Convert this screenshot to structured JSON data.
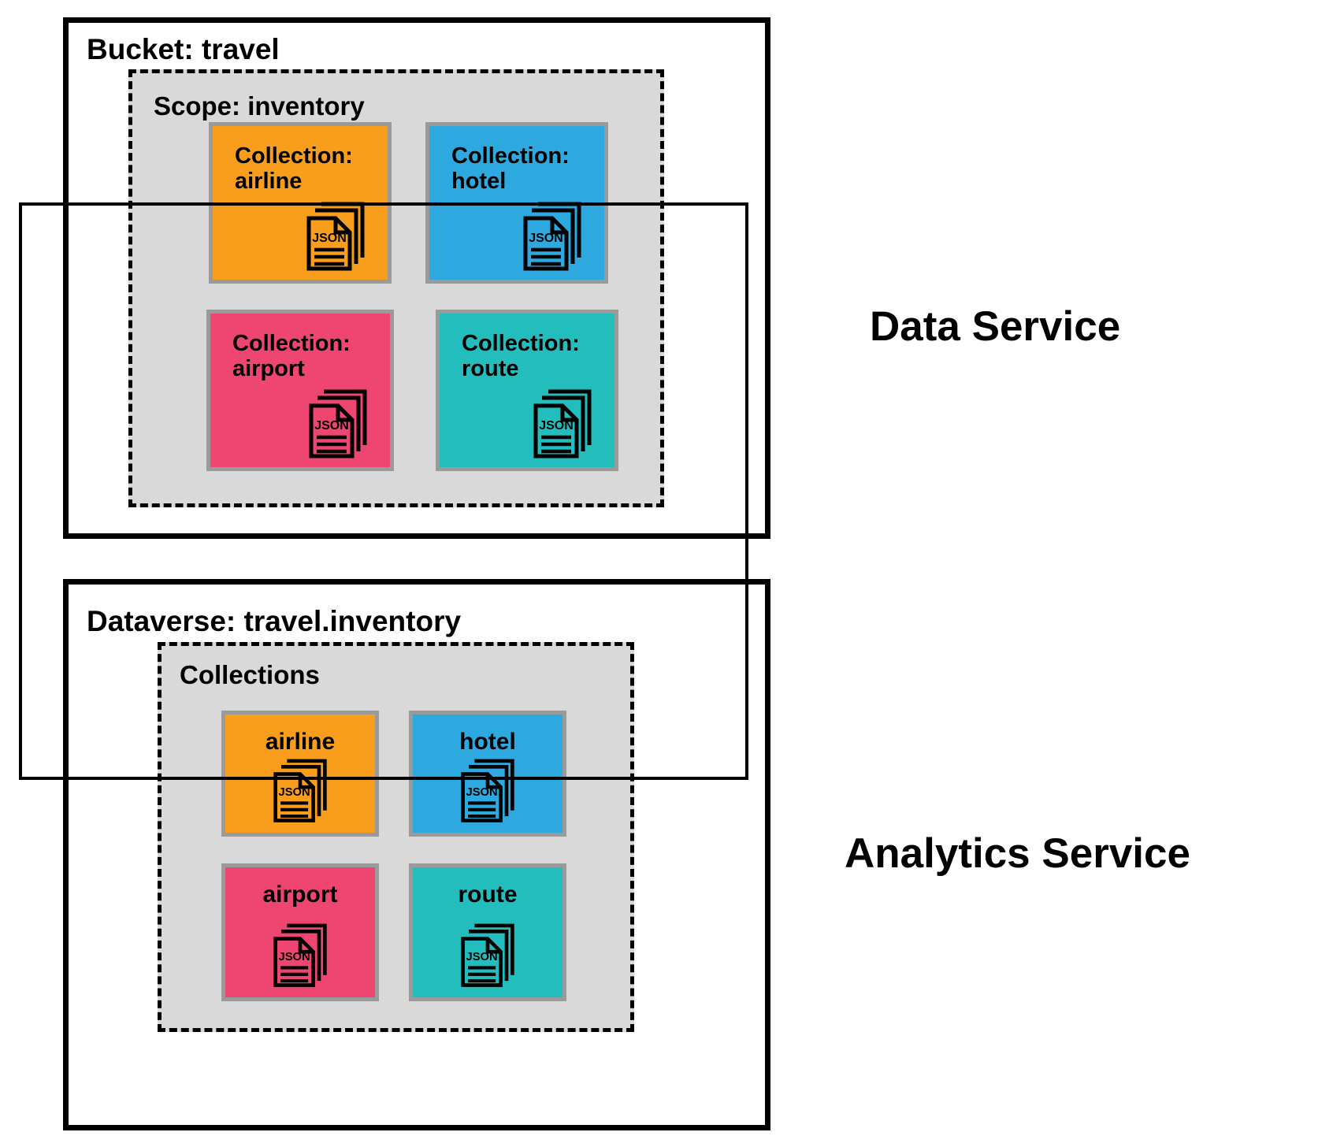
{
  "diagram": {
    "title": "Couchbase Data Service and Analytics Service structure",
    "colors": {
      "airline": "#F99D1C",
      "hotel": "#2EA9DF",
      "airport": "#EE4571",
      "route": "#23BDBD",
      "container_fill": "#D9D9D9",
      "border": "#000000",
      "card_border": "#9A9A9A"
    }
  },
  "data_service": {
    "service_label": "Data Service",
    "bucket_title": "Bucket: travel",
    "scope_title": "Scope: inventory",
    "collections": [
      {
        "prefix": "Collection:",
        "name": "airline",
        "color": "#F99D1C",
        "icon": "json-documents-icon",
        "icon_label": "JSON"
      },
      {
        "prefix": "Collection:",
        "name": "hotel",
        "color": "#2EA9DF",
        "icon": "json-documents-icon",
        "icon_label": "JSON"
      },
      {
        "prefix": "Collection:",
        "name": "airport",
        "color": "#EE4571",
        "icon": "json-documents-icon",
        "icon_label": "JSON"
      },
      {
        "prefix": "Collection:",
        "name": "route",
        "color": "#23BDBD",
        "icon": "json-documents-icon",
        "icon_label": "JSON"
      }
    ]
  },
  "analytics_service": {
    "service_label": "Analytics Service",
    "dataverse_title": "Dataverse: travel.inventory",
    "collections_title": "Collections",
    "collections": [
      {
        "name": "airline",
        "color": "#F99D1C",
        "icon": "json-documents-icon",
        "icon_label": "JSON"
      },
      {
        "name": "hotel",
        "color": "#2EA9DF",
        "icon": "json-documents-icon",
        "icon_label": "JSON"
      },
      {
        "name": "airport",
        "color": "#EE4571",
        "icon": "json-documents-icon",
        "icon_label": "JSON"
      },
      {
        "name": "route",
        "color": "#23BDBD",
        "icon": "json-documents-icon",
        "icon_label": "JSON"
      }
    ]
  }
}
